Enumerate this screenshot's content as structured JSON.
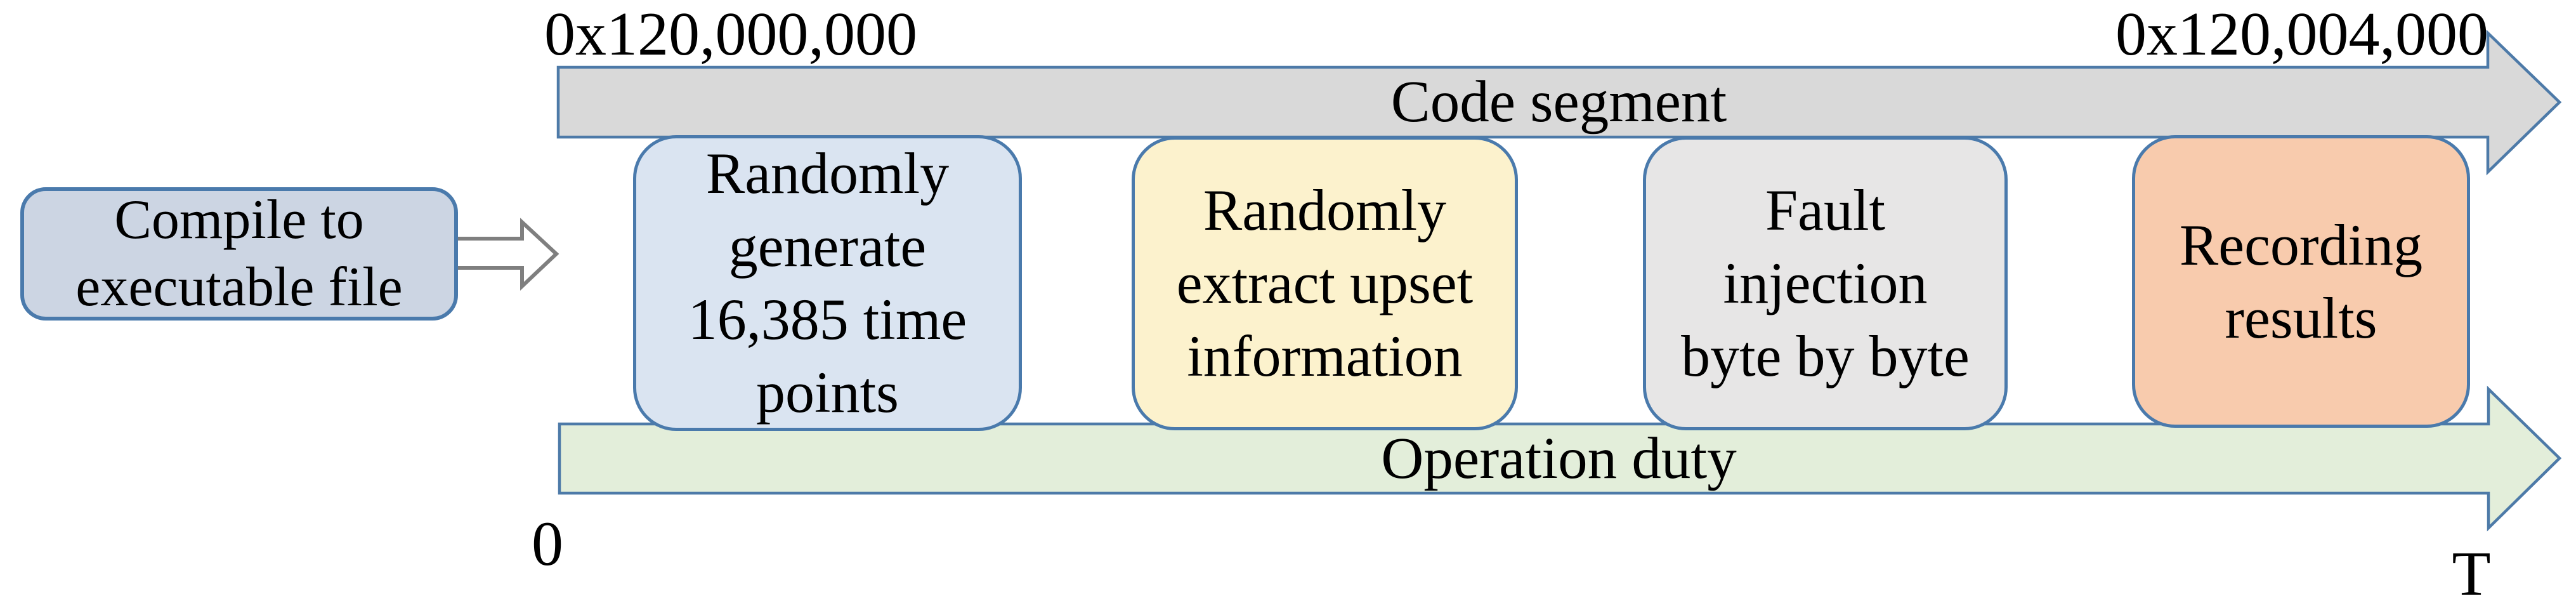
{
  "figure": {
    "compile_box": {
      "lines": [
        "Compile to",
        "executable file"
      ],
      "fill": "#ccd5e3",
      "border": "#4a7aac"
    },
    "flow_arrow": {
      "fill": "#ffffff",
      "border": "#7f7f7f"
    },
    "code_segment_bar": {
      "label": "Code segment",
      "start_address": "0x120,000,000",
      "end_address": "0x120,004,000",
      "fill": "#d9d9d9",
      "border": "#4d7aa8"
    },
    "operation_duty_bar": {
      "label": "Operation duty",
      "start_label": "0",
      "end_label": "T",
      "fill": "#e3eeda",
      "border": "#4d7aa8"
    },
    "steps": [
      {
        "lines": [
          "Randomly",
          "generate",
          "16,385 time",
          "points"
        ],
        "fill": "#dae4f1",
        "border": "#4a7aac"
      },
      {
        "lines": [
          "Randomly",
          "extract upset",
          "information"
        ],
        "fill": "#fcf2cd",
        "border": "#4a7aac"
      },
      {
        "lines": [
          "Fault",
          "injection",
          "byte by byte"
        ],
        "fill": "#e7e6e6",
        "border": "#4a7aac"
      },
      {
        "lines": [
          "Recording",
          "results"
        ],
        "fill": "#f8cbad",
        "border": "#4a7aac"
      }
    ]
  }
}
